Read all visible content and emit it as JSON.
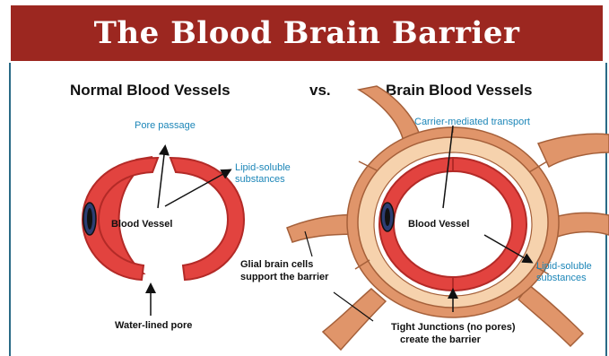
{
  "title": "The Blood Brain Barrier",
  "headings": {
    "left": "Normal Blood Vessels",
    "vs": "vs.",
    "right": "Brain Blood Vessels"
  },
  "normal": {
    "pore_passage": "Pore passage",
    "lipid_soluble": [
      "Lipid-soluble",
      "substances"
    ],
    "vessel_label": "Blood Vessel",
    "water_pore": "Water-lined pore"
  },
  "brain": {
    "carrier": "Carrier-mediated transport",
    "vessel_label": "Blood Vessel",
    "lipid_soluble": [
      "Lipid-soluble",
      "substances"
    ],
    "glial": [
      "Glial brain cells",
      "support the barrier"
    ],
    "tight": [
      "Tight Junctions (no pores)",
      "create the barrier"
    ]
  },
  "colors": {
    "banner": "#9c2720",
    "vessel_red": "#e2433f",
    "vessel_dark": "#b32a27",
    "glial_tan": "#f6d2ad",
    "glial_orange": "#d98a5c",
    "label_teal": "#1c86b8"
  }
}
